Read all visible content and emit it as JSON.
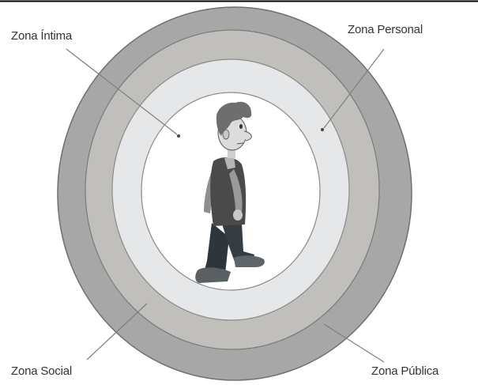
{
  "diagram": {
    "labels": {
      "intima": "Zona Íntima",
      "personal": "Zona Personal",
      "social": "Zona Social",
      "publica": "Zona Pública"
    },
    "zone_colors": {
      "publica": "#a7a7a7",
      "social": "#c1bfbc",
      "personal": "#e5e7e8",
      "intima": "#ffffff",
      "outline": "#6f6f6f"
    },
    "figure_colors": {
      "hair": "#6e6e6e",
      "skin": "#dcdcdc",
      "shirt": "#9a9a9a",
      "vest": "#4a4a4a",
      "trousers": "#363d42",
      "shoes": "#5f6468"
    }
  }
}
